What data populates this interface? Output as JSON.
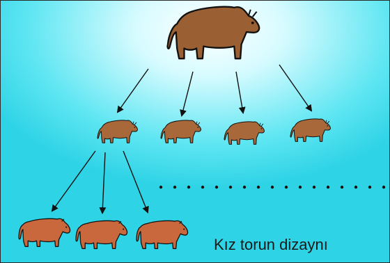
{
  "caption": "Kız torun dizaynı",
  "colors": {
    "sire": "#9a5f32",
    "offspring": "#a9683a",
    "granddaughters": "#c9683c",
    "outline": "#111111",
    "background_light": "#ffffff",
    "background": "#3bd9ea"
  },
  "diagram": {
    "nodes": [
      {
        "id": "sire",
        "type": "bull"
      },
      {
        "id": "son-1",
        "type": "bull"
      },
      {
        "id": "son-2",
        "type": "bull"
      },
      {
        "id": "son-3",
        "type": "bull"
      },
      {
        "id": "son-4",
        "type": "bull"
      },
      {
        "id": "granddaughter-1",
        "type": "cow"
      },
      {
        "id": "granddaughter-2",
        "type": "cow"
      },
      {
        "id": "granddaughter-3",
        "type": "cow"
      }
    ],
    "edges": [
      [
        "sire",
        "son-1"
      ],
      [
        "sire",
        "son-2"
      ],
      [
        "sire",
        "son-3"
      ],
      [
        "sire",
        "son-4"
      ],
      [
        "son-1",
        "granddaughter-1"
      ],
      [
        "son-1",
        "granddaughter-2"
      ],
      [
        "son-1",
        "granddaughter-3"
      ]
    ],
    "continuation": "dotted"
  }
}
